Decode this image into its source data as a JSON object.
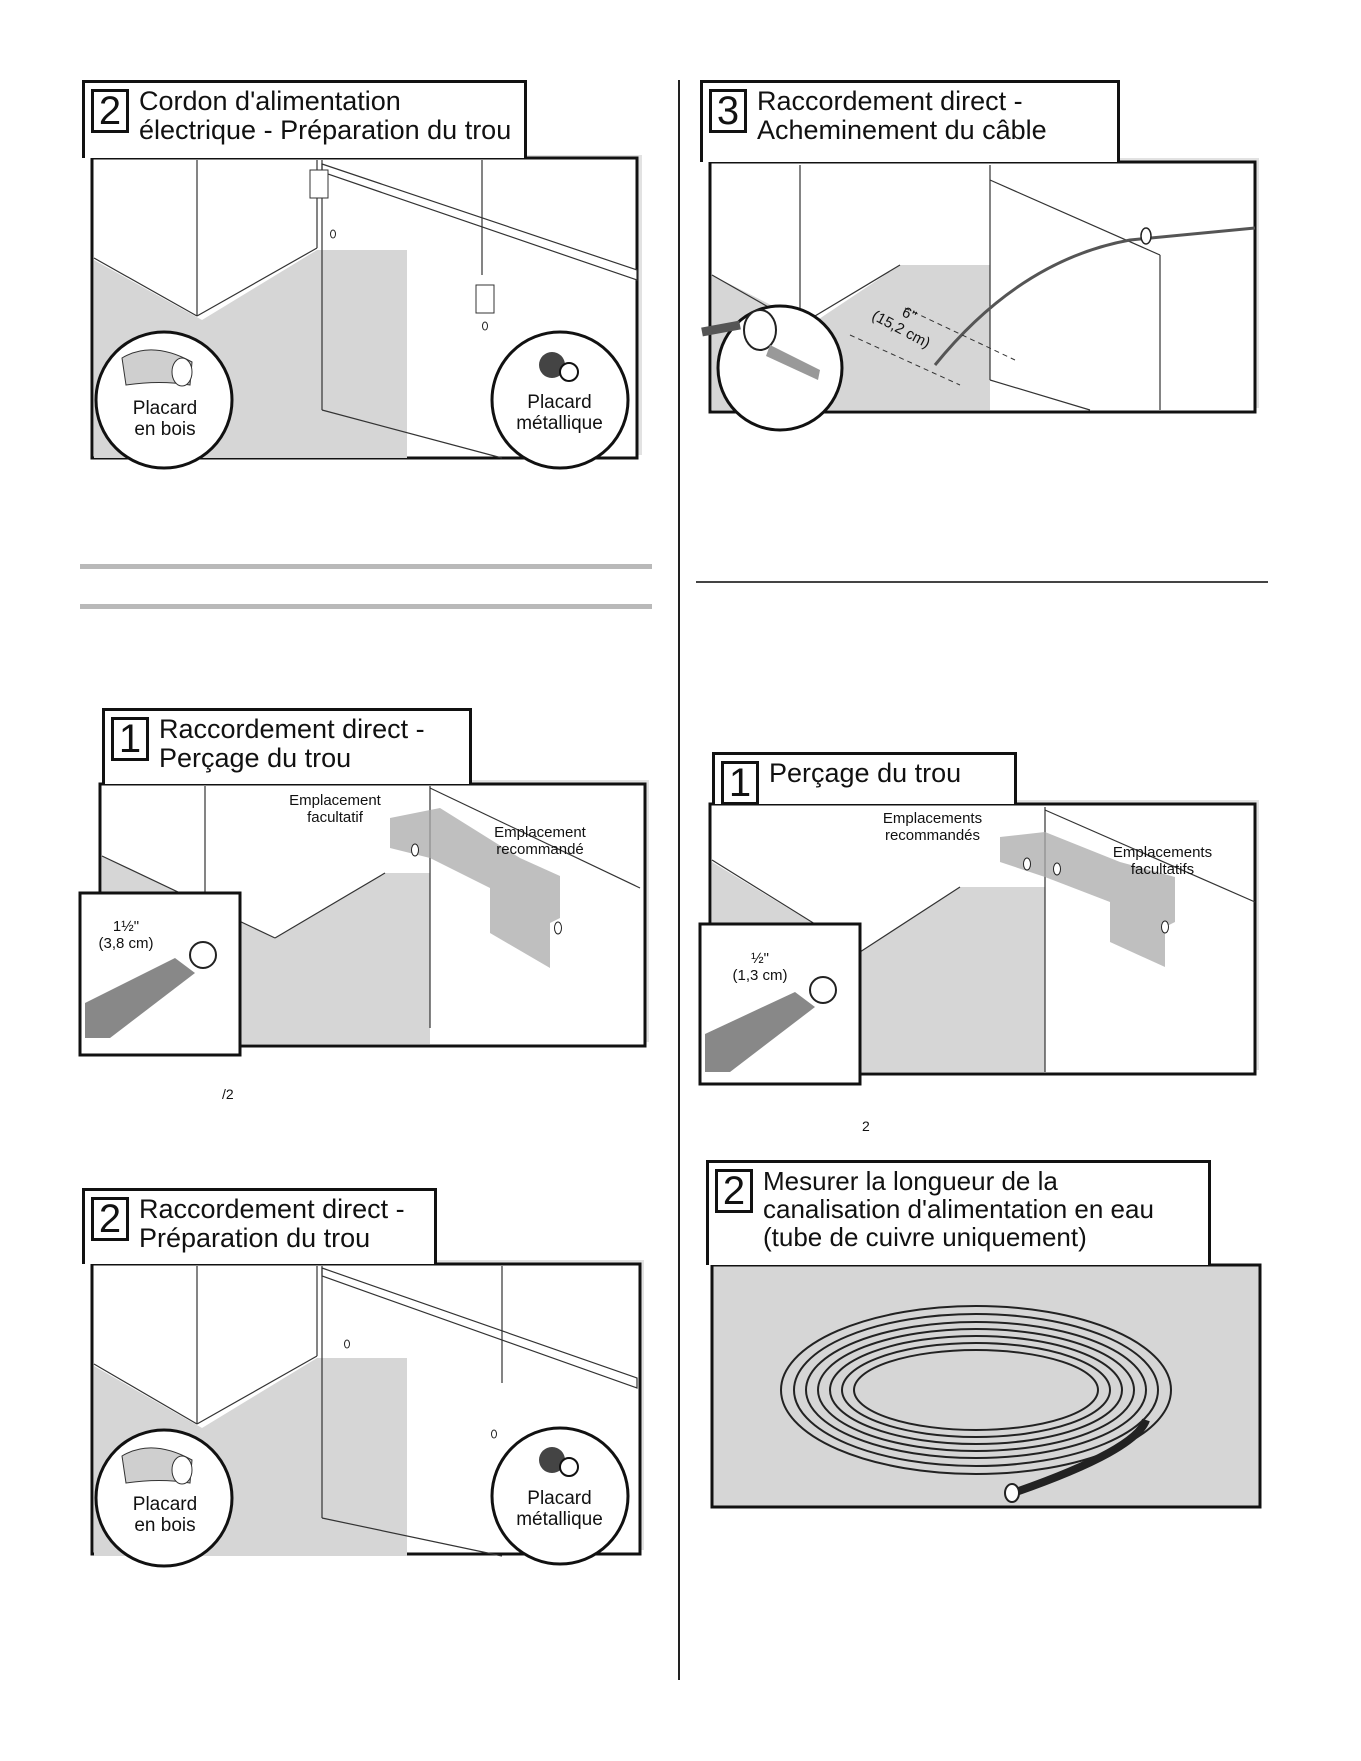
{
  "panels": {
    "p1": {
      "step": "2",
      "title_line1": "Cordon d'alimentation",
      "title_line2": "électrique - Préparation du trou",
      "label_wood_1": "Placard",
      "label_wood_2": "en bois",
      "label_metal_1": "Placard",
      "label_metal_2": "métallique"
    },
    "p2": {
      "step": "3",
      "title_line1": "Raccordement direct -",
      "title_line2": "Acheminement du câble",
      "dim_1": "6\"",
      "dim_2": "(15,2 cm)"
    },
    "p3": {
      "step": "1",
      "title_line1": "Raccordement direct -",
      "title_line2": "Perçage du trou",
      "callout_optional_1": "Emplacement",
      "callout_optional_2": "facultatif",
      "callout_recommended_1": "Emplacement",
      "callout_recommended_2": "recommandé",
      "drill_1": "1½\"",
      "drill_2": "(3,8 cm)"
    },
    "p4": {
      "step": "1",
      "title_line1": "Perçage du trou",
      "callout_recommended_1": "Emplacements",
      "callout_recommended_2": "recommandés",
      "callout_optional_1": "Emplacements",
      "callout_optional_2": "facultatifs",
      "drill_1": "½\"",
      "drill_2": "(1,3 cm)"
    },
    "p5": {
      "step": "2",
      "title_line1": "Raccordement direct -",
      "title_line2": "Préparation du trou",
      "label_wood_1": "Placard",
      "label_wood_2": "en bois",
      "label_metal_1": "Placard",
      "label_metal_2": "métallique"
    },
    "p6": {
      "step": "2",
      "title_line1": "Mesurer la longueur de la",
      "title_line2": "canalisation d'alimentation en eau",
      "title_line3": "(tube de cuivre uniquement)"
    }
  },
  "fragments": {
    "frac_left": "/2",
    "sup_right": "2"
  }
}
